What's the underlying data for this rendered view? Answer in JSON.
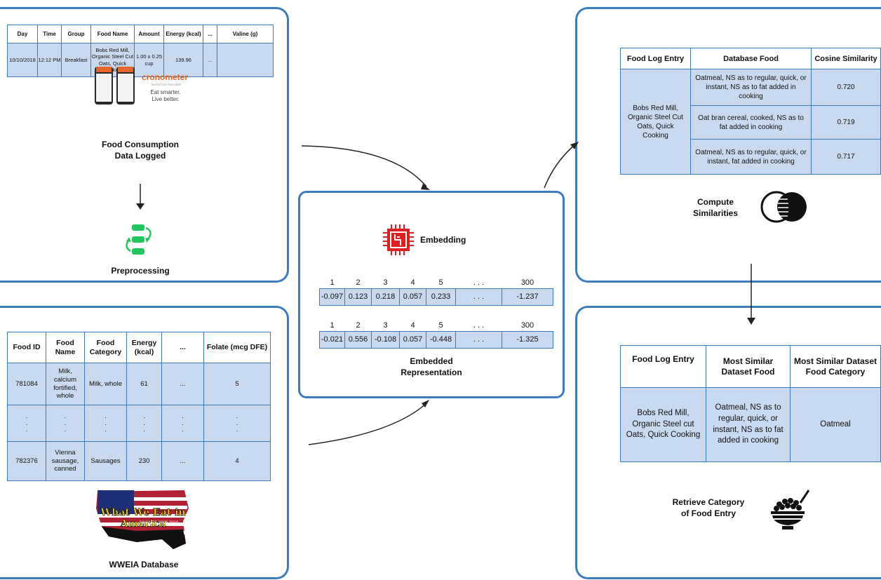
{
  "food_log": {
    "headers": [
      "Day",
      "Time",
      "Group",
      "Food Name",
      "Amount",
      "Energy (kcal)",
      "...",
      "Valine (g)"
    ],
    "row": [
      "10/10/2018",
      "12:12 PM",
      "Breakfast",
      "Bobs Red Mill, Organic Steel Cut Oats, Quick Cooking",
      "1.00 x 0.25 cup",
      "139.96",
      "...",
      ""
    ]
  },
  "cronometer": {
    "brand": "cronometer",
    "sub": "NUTRITION TRACKER",
    "tagline": "Eat smarter. Live better."
  },
  "labels": {
    "food_logged": "Food Consumption Data Logged",
    "preprocessing": "Preprocessing",
    "wweia": "WWEIA Database",
    "embedding": "Embedding",
    "embedded_repr": "Embedded Representation",
    "compute_sim": "Compute Similarities",
    "retrieve": "Retrieve Category of Food Entry"
  },
  "wweia_logo": {
    "text": "What We Eat in America",
    "sub": "NHANES 2009-2010"
  },
  "database": {
    "headers": [
      "Food ID",
      "Food Name",
      "Food Category",
      "Energy (kcal)",
      "...",
      "Folate (mcg DFE)"
    ],
    "rows": [
      [
        "781084",
        "Milk, calcium fortified, whole",
        "Milk, whole",
        "61",
        "...",
        "5"
      ],
      [
        ".\n.\n.",
        ".\n.\n.",
        ".\n.\n.",
        ".\n.\n.",
        ".\n.\n.",
        ".\n.\n."
      ],
      [
        "782376",
        "Vienna sausage, canned",
        "Sausages",
        "230",
        "...",
        "4"
      ]
    ]
  },
  "embedding_vectors": {
    "indices": [
      "1",
      "2",
      "3",
      "4",
      "5",
      ". . .",
      "300"
    ],
    "vec1": [
      "-0.097",
      "0.123",
      "0.218",
      "0.057",
      "0.233",
      ". . .",
      "-1.237"
    ],
    "vec2": [
      "-0.021",
      "0.556",
      "-0.108",
      "0.057",
      "-0.448",
      ". . .",
      "-1.325"
    ]
  },
  "similarity": {
    "headers": [
      "Food Log Entry",
      "Database Food",
      "Cosine Similarity"
    ],
    "entry": "Bobs Red Mill, Organic Steel Cut Oats, Quick Cooking",
    "rows": [
      [
        "Oatmeal, NS as to regular, quick, or instant, NS as to fat added in cooking",
        "0.720"
      ],
      [
        "Oat bran cereal, cooked, NS as to fat added in cooking",
        "0.719"
      ],
      [
        "Oatmeal, NS as to regular, quick, or instant, fat added in cooking",
        "0.717"
      ]
    ]
  },
  "result": {
    "headers": [
      "Food Log Entry",
      "Most Similar Dataset Food",
      "Most Similar Dataset Food Category"
    ],
    "row": [
      "Bobs Red Mill, Organic Steel cut Oats, Quick Cooking",
      "Oatmeal, NS as to regular, quick, or instant, NS as to fat added in cooking",
      "Oatmeal"
    ]
  },
  "colors": {
    "accent": "#3b7bbf",
    "cell_fill": "#c9daf0",
    "chip_red": "#e02020",
    "brand_orange": "#e8662b"
  },
  "icons": [
    "phone-screenshot-icon",
    "preprocessing-cycle-icon",
    "chip-icon",
    "venn-icon",
    "rice-bowl-icon",
    "down-arrow-icon"
  ]
}
